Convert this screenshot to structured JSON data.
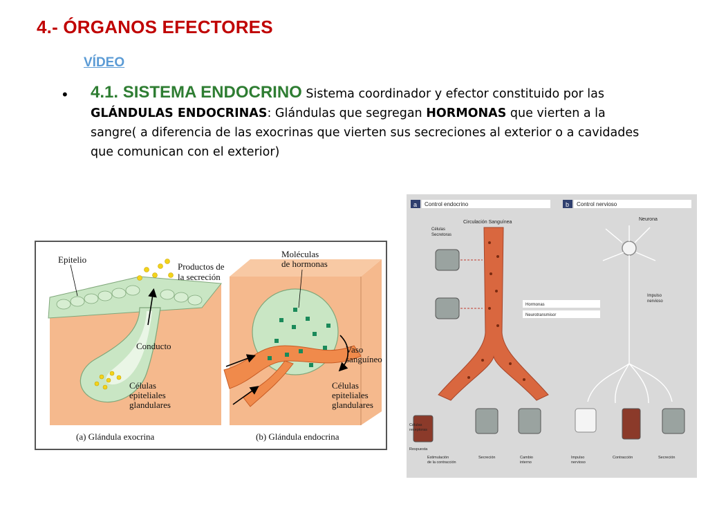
{
  "slide": {
    "title": "4.- ÓRGANOS EFECTORES",
    "video_link": "VÍDEO",
    "bullet_symbol": "•",
    "body": {
      "section": "4.1. SISTEMA ENDOCRINO",
      "t1": " Sistema coordinador y efector constituido por las ",
      "b1": "GLÁNDULAS ENDOCRINAS",
      "t2": ": Glándulas que segregan ",
      "b2": "HORMONAS",
      "t3": " que vierten a la sangre( a diferencia de las exocrinas que vierten sus secreciones al exterior o a cavidades que comunican con el exterior)"
    }
  },
  "figure_left": {
    "labels": {
      "epitelio": "Epitelio",
      "productos1": "Productos de",
      "productos2": "la secreción",
      "conducto": "Conducto",
      "celulas_a1": "Células",
      "celulas_a2": "epiteliales",
      "celulas_a3": "glandulares",
      "moleculas1": "Moléculas",
      "moleculas2": "de hormonas",
      "vaso1": "Vaso",
      "vaso2": "sanguíneo",
      "celulas_b1": "Células",
      "celulas_b2": "epiteliales",
      "celulas_b3": "glandulares",
      "caption_a": "(a) Glándula exocrina",
      "caption_b": "(b) Glándula endocrina"
    },
    "colors": {
      "epithelium": "#c9e6c4",
      "tissue": "#f5b98d",
      "vessel": "#f08a4b",
      "secretion": "#f2d31b",
      "hormone": "#1a8a5a"
    }
  },
  "figure_right": {
    "labels": {
      "a_tag": "a",
      "a_title": "Control endocrino",
      "b_tag": "b",
      "b_title": "Control nervioso",
      "circulacion": "Circulación Sanguínea",
      "neurona": "Neurona",
      "celulas_secretoras1": "Células",
      "celulas_secretoras2": "Secretoras",
      "impulso1": "Impulso",
      "impulso2": "nervioso",
      "hormonas": "Hormonas",
      "neurotransmisor": "Neurotransmisor",
      "celulas_receptoras1": "Células",
      "celulas_receptoras2": "receptoras",
      "respuesta": "Respuesta",
      "estimulacion1": "Estimulación",
      "estimulacion2": "de la contracción",
      "secrecion_a": "Secreción",
      "cambio1": "Cambio",
      "cambio2": "interno",
      "impulso_b1": "Impulso",
      "impulso_b2": "nervioso",
      "contraccion": "Contracción",
      "secrecion_b": "Secreción"
    },
    "colors": {
      "background": "#d9d9d9",
      "vessel": "#d9673f",
      "neuron": "#f4f4f4",
      "header": "#ffffff"
    }
  }
}
